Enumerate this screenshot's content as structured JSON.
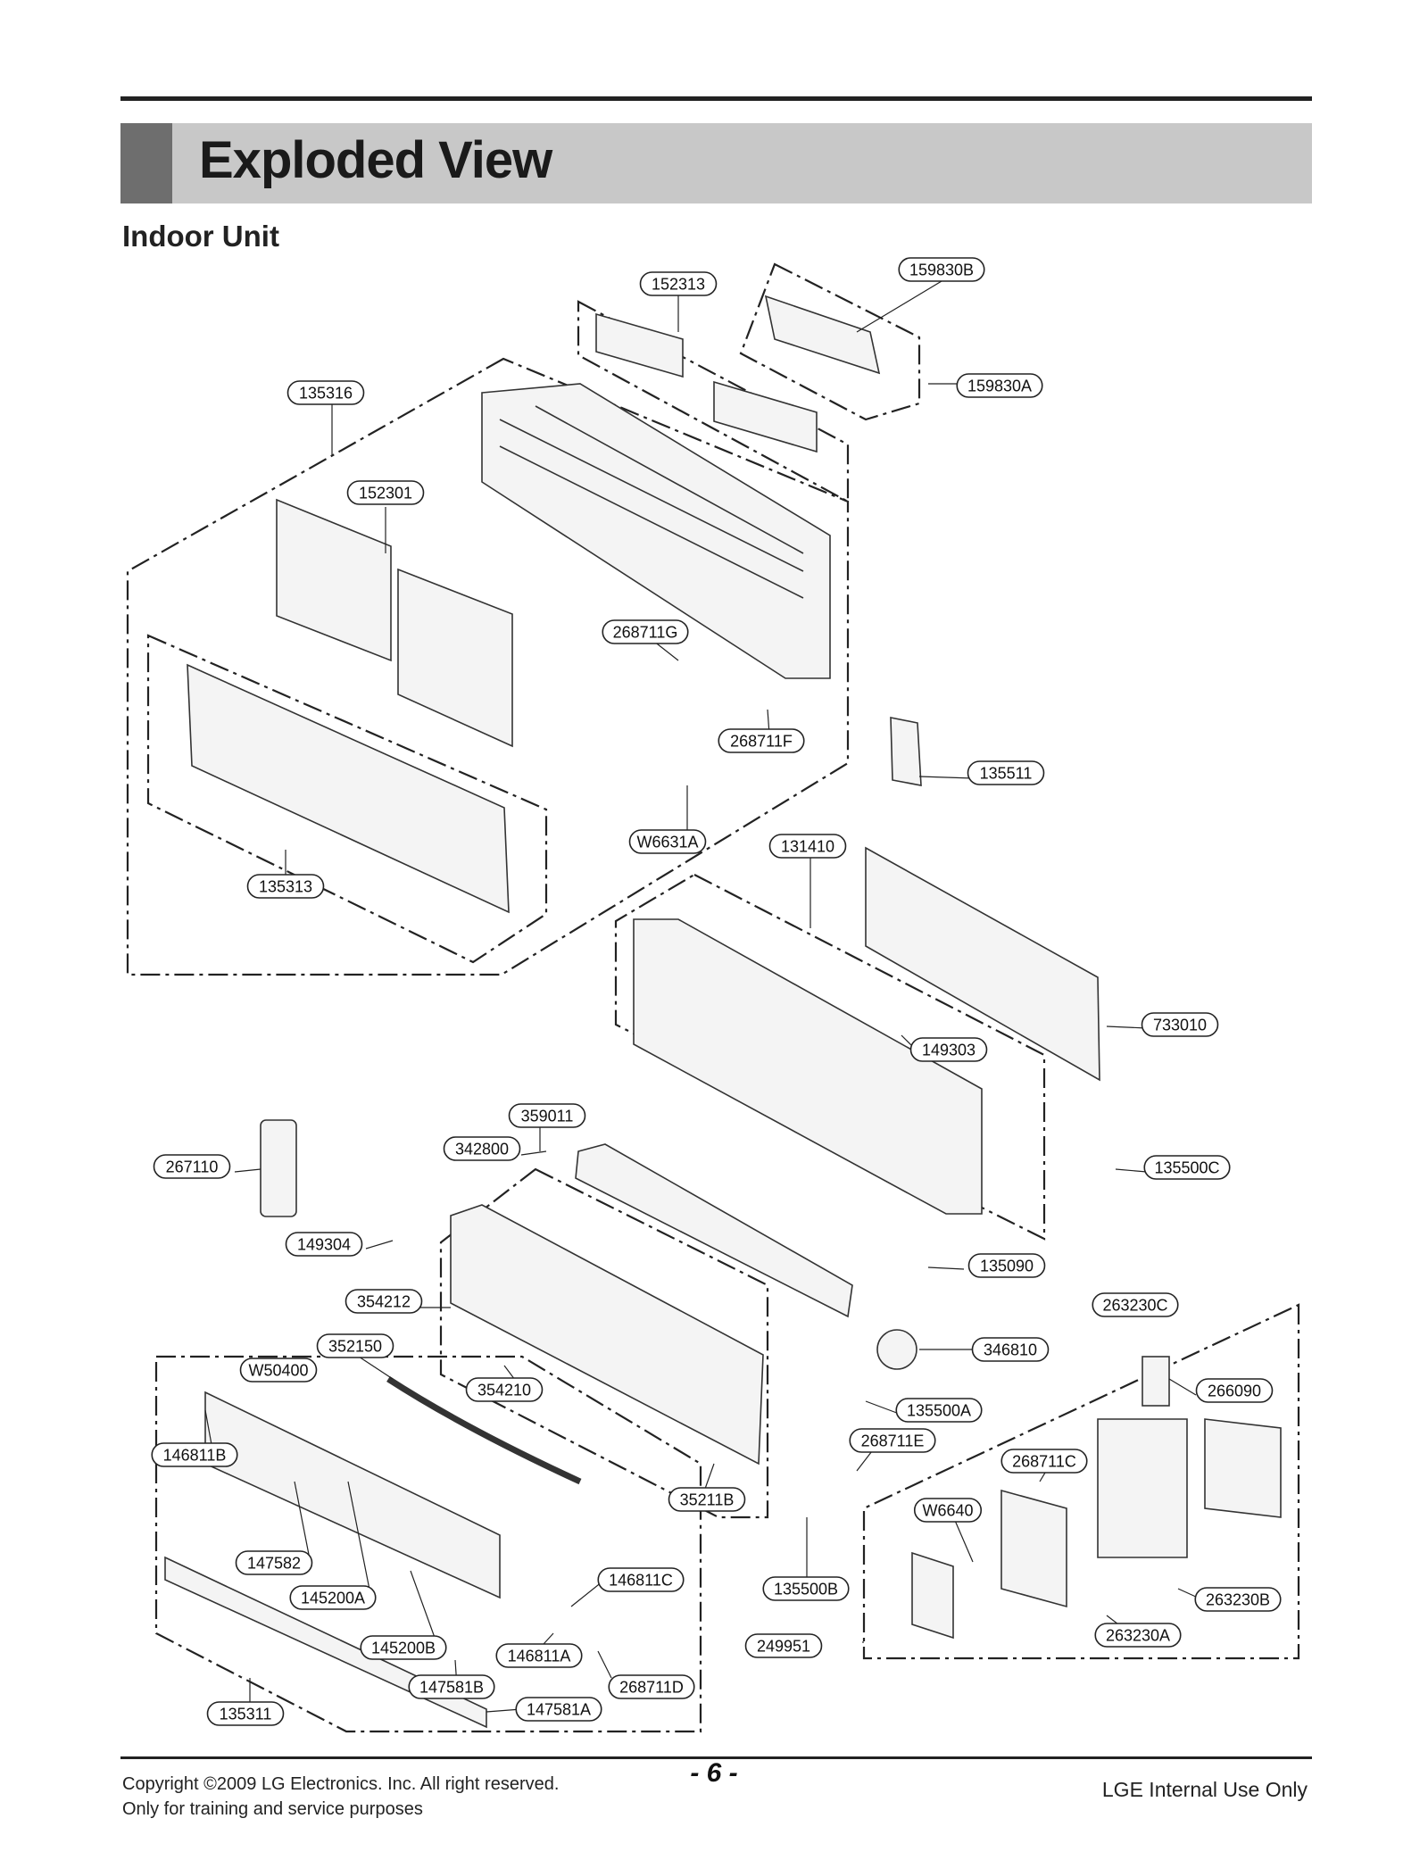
{
  "header": {
    "title": "Exploded View",
    "subtitle": "Indoor Unit"
  },
  "parts": [
    "152313",
    "159830B",
    "159830A",
    "135316",
    "152301",
    "268711G",
    "268711F",
    "135511",
    "W6631A",
    "131410",
    "135313",
    "733010",
    "149303",
    "359011",
    "342800",
    "267110",
    "135500C",
    "149304",
    "135090",
    "263230C",
    "354212",
    "346810",
    "352150",
    "W50400",
    "354210",
    "266090",
    "135500A",
    "146811B",
    "268711E",
    "268711C",
    "35211B",
    "W6640",
    "147582",
    "145200A",
    "146811C",
    "135500B",
    "263230B",
    "263230A",
    "145200B",
    "146811A",
    "249951",
    "268711D",
    "147581B",
    "147581A",
    "135311"
  ],
  "footer": {
    "copyright": "Copyright ©2009 LG Electronics. Inc. All right reserved.",
    "purpose": "Only for training and service purposes",
    "page": "- 6 -",
    "internal": "LGE Internal Use Only"
  }
}
